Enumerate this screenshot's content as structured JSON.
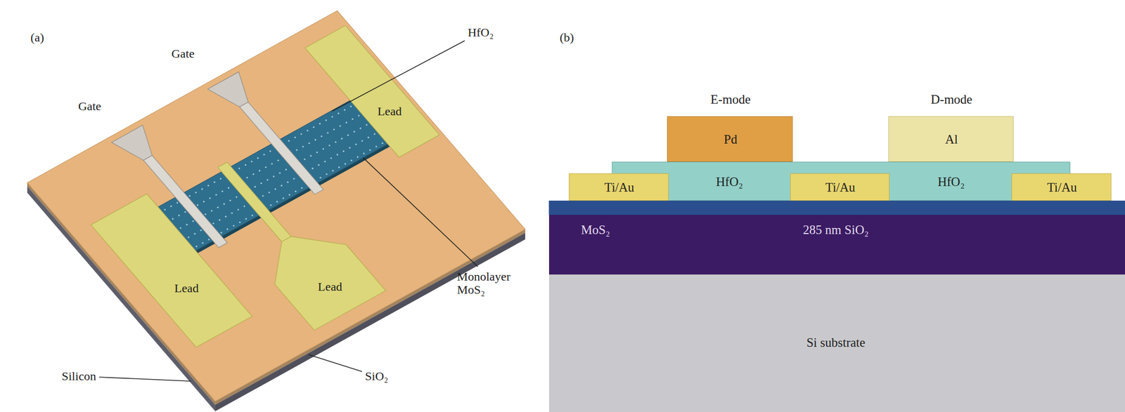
{
  "diagram": {
    "nodes": [
      {
        "text": [
          "E-mode",
          "Pd"
        ]
      },
      {
        "text": [
          "D-mode",
          "Al"
        ]
      },
      {
        "text": [
          "HfO₂",
          "HfO₂"
        ]
      },
      {
        "text": [
          "Ti/Au"
        ]
      },
      {
        "text": [
          "Ti/Au"
        ]
      },
      {
        "text": [
          "Ti/Au"
        ]
      },
      {
        "text": [
          "MoS₂",
          "285 nm SiO₂"
        ]
      },
      {
        "text": [
          "Si substrate"
        ]
      }
    ],
    "labels": [
      "(a)",
      "Gate",
      "Gate",
      "HfO₂",
      "Lead",
      "Lead",
      "Lead",
      "Monolayer MoS₂",
      "Silicon",
      "SiO₂",
      "(b)"
    ]
  }
}
